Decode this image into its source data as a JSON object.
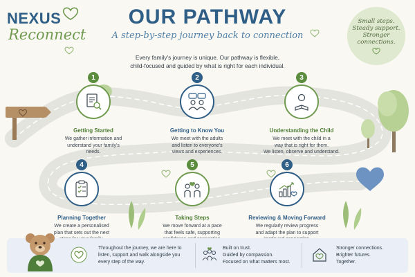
{
  "brand": {
    "line1": "NEXUS",
    "line2": "Reconnect"
  },
  "header": {
    "title": "OUR PATHWAY",
    "subtitle": "A step-by-step journey back to connection"
  },
  "badge": {
    "line1": "Small steps.",
    "line2": "Steady support.",
    "line3": "Stronger",
    "line4": "connections."
  },
  "intro": {
    "line1": "Every family's journey is unique. Our pathway is flexible,",
    "line2": "child-focused and guided by what is right for each individual."
  },
  "steps": [
    {
      "num": "1",
      "title": "Getting Started",
      "text1": "We gather information and",
      "text2": "understand your family's",
      "text3": "needs."
    },
    {
      "num": "2",
      "title": "Getting to Know You",
      "text1": "We meet with the adults",
      "text2": "and listen to everyone's",
      "text3": "views and experiences."
    },
    {
      "num": "3",
      "title": "Understanding the Child",
      "text1": "We meet with the child in a",
      "text2": "way that is right for them.",
      "text3": "We listen, observe and understand."
    },
    {
      "num": "4",
      "title": "Planning Together",
      "text1": "We create a personalised",
      "text2": "plan that sets out the next",
      "text3": "steps for your family."
    },
    {
      "num": "5",
      "title": "Taking Steps",
      "text1": "We move forward at a pace",
      "text2": "that feels safe, supporting",
      "text3": "confidence and connection."
    },
    {
      "num": "6",
      "title": "Reviewing & Moving Forward",
      "text1": "We regularly review progress",
      "text2": "and adapt the plan to support",
      "text3": "continued connection."
    }
  ],
  "banner": {
    "col1": {
      "l1": "Throughout the journey, we are here to",
      "l2": "listen, support and walk alongside you",
      "l3": "every step of the way."
    },
    "col2": {
      "l1": "Built on trust.",
      "l2": "Guided by compassion.",
      "l3": "Focused on what matters most."
    },
    "col3": {
      "l1": "Stronger connections.",
      "l2": "Brighter futures.",
      "l3": "Together."
    }
  },
  "colors": {
    "navy": "#2f5e86",
    "green": "#6f9a4f",
    "path": "#e7e7e4",
    "sky": "#e9eef7"
  },
  "icons": {
    "step1": "document-magnifier-icon",
    "step2": "conversation-people-icon",
    "step3": "child-reading-icon",
    "step4": "clipboard-checklist-icon",
    "step5": "family-heart-icon",
    "step6": "growth-chart-heart-icon"
  }
}
